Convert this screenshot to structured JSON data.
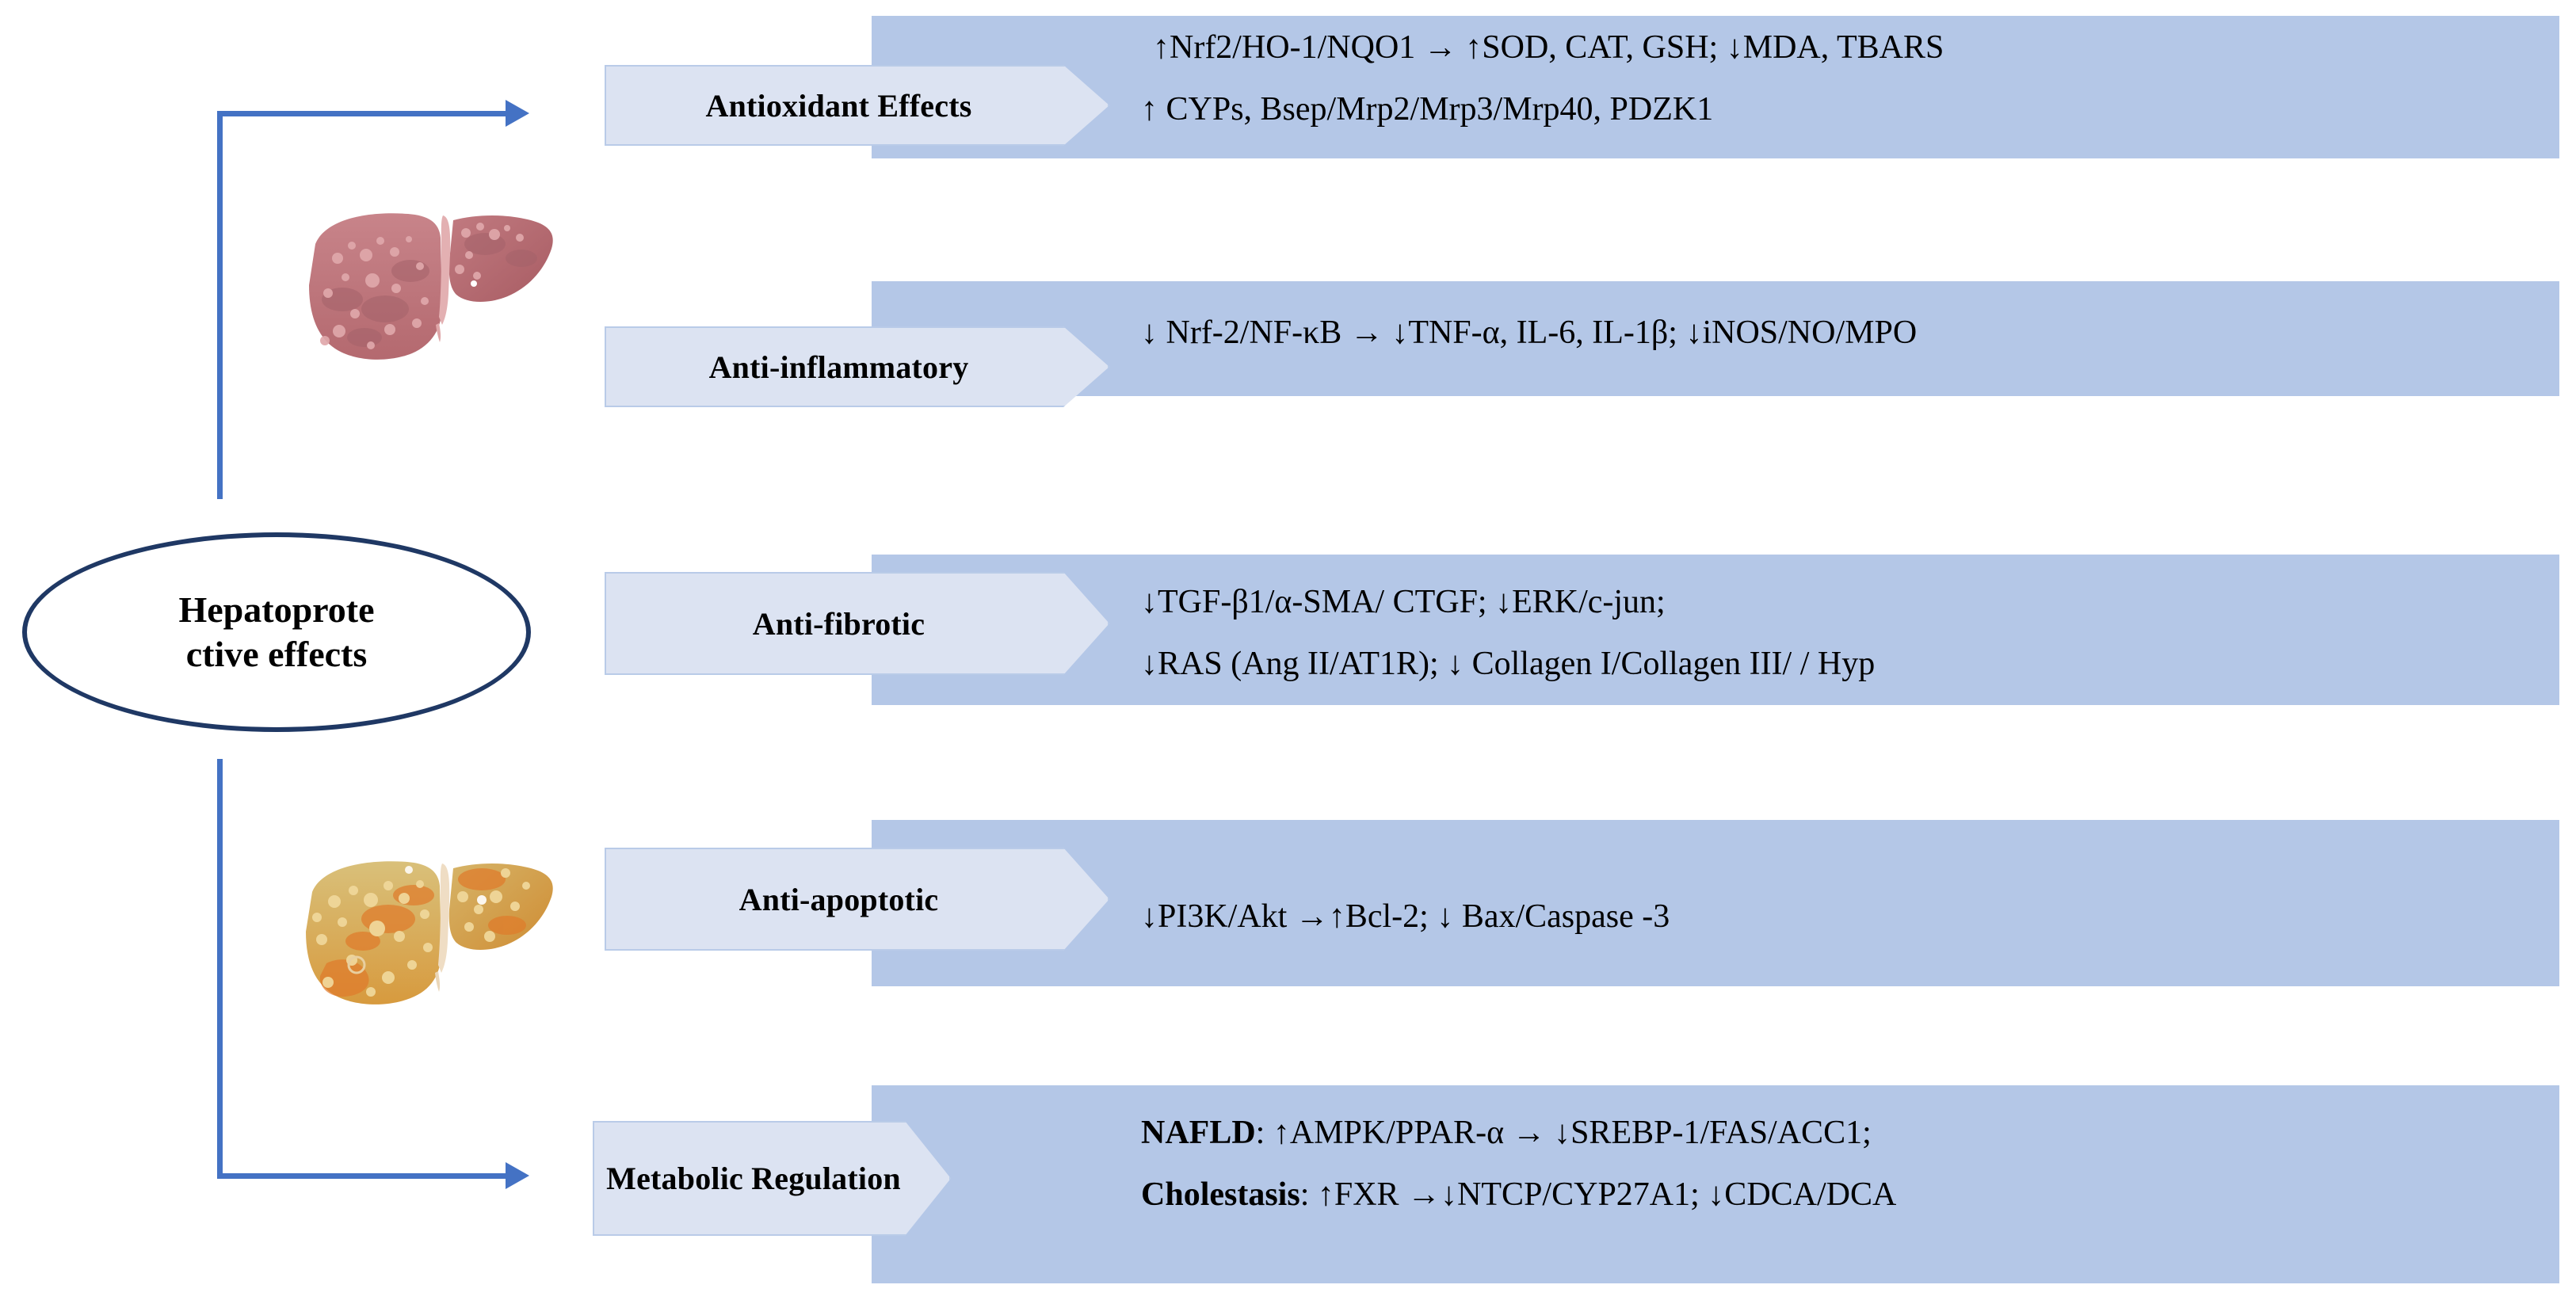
{
  "diagram": {
    "title_node": {
      "line1": "Hepatoprote",
      "line2": "ctive effects"
    },
    "colors": {
      "band_blue": "#b4c7e7",
      "label_blue": "#dce3f2",
      "label_border": "#b9cbe8",
      "arrow_blue": "#4472c4",
      "ellipse_border": "#1f3864",
      "healthy_liver": "#c07a7e",
      "fatty_liver": "#d2a44f"
    },
    "icons": {
      "healthy_liver": "liver-healthy-icon",
      "fatty_liver": "liver-fatty-icon",
      "arrow_top": "elbow-arrow-up-icon",
      "arrow_bottom": "elbow-arrow-down-icon"
    },
    "rows": [
      {
        "id": "antioxidant",
        "label": "Antioxidant Effects",
        "lines": [
          "↑Nrf2/HO-1/NQO1 → ↑SOD, CAT, GSH; ↓MDA, TBARS",
          "↑ CYPs, Bsep/Mrp2/Mrp3/Mrp40, PDZK1"
        ]
      },
      {
        "id": "anti-inflammatory",
        "label": "Anti-inflammatory",
        "lines": [
          "↓ Nrf-2/NF-κB  → ↓TNF-α, IL-6, IL-1β; ↓iNOS/NO/MPO"
        ]
      },
      {
        "id": "anti-fibrotic",
        "label": "Anti-fibrotic",
        "lines": [
          "↓TGF-β1/α-SMA/ CTGF; ↓ERK/c-jun;",
          "↓RAS (Ang II/AT1R); ↓ Collagen I/Collagen III/ /  Hyp"
        ]
      },
      {
        "id": "anti-apoptotic",
        "label": "Anti-apoptotic",
        "lines": [
          "↓PI3K/Akt →↑Bcl-2; ↓ Bax/Caspase -3"
        ]
      },
      {
        "id": "metabolic-regulation",
        "label": "Metabolic Regulation",
        "lines_rich": [
          {
            "bold": "NAFLD",
            "rest": ": ↑AMPK/PPAR-α → ↓SREBP-1/FAS/ACC1;"
          },
          {
            "bold": "Cholestasis",
            "rest": ": ↑FXR →↓NTCP/CYP27A1; ↓CDCA/DCA"
          }
        ]
      }
    ]
  }
}
